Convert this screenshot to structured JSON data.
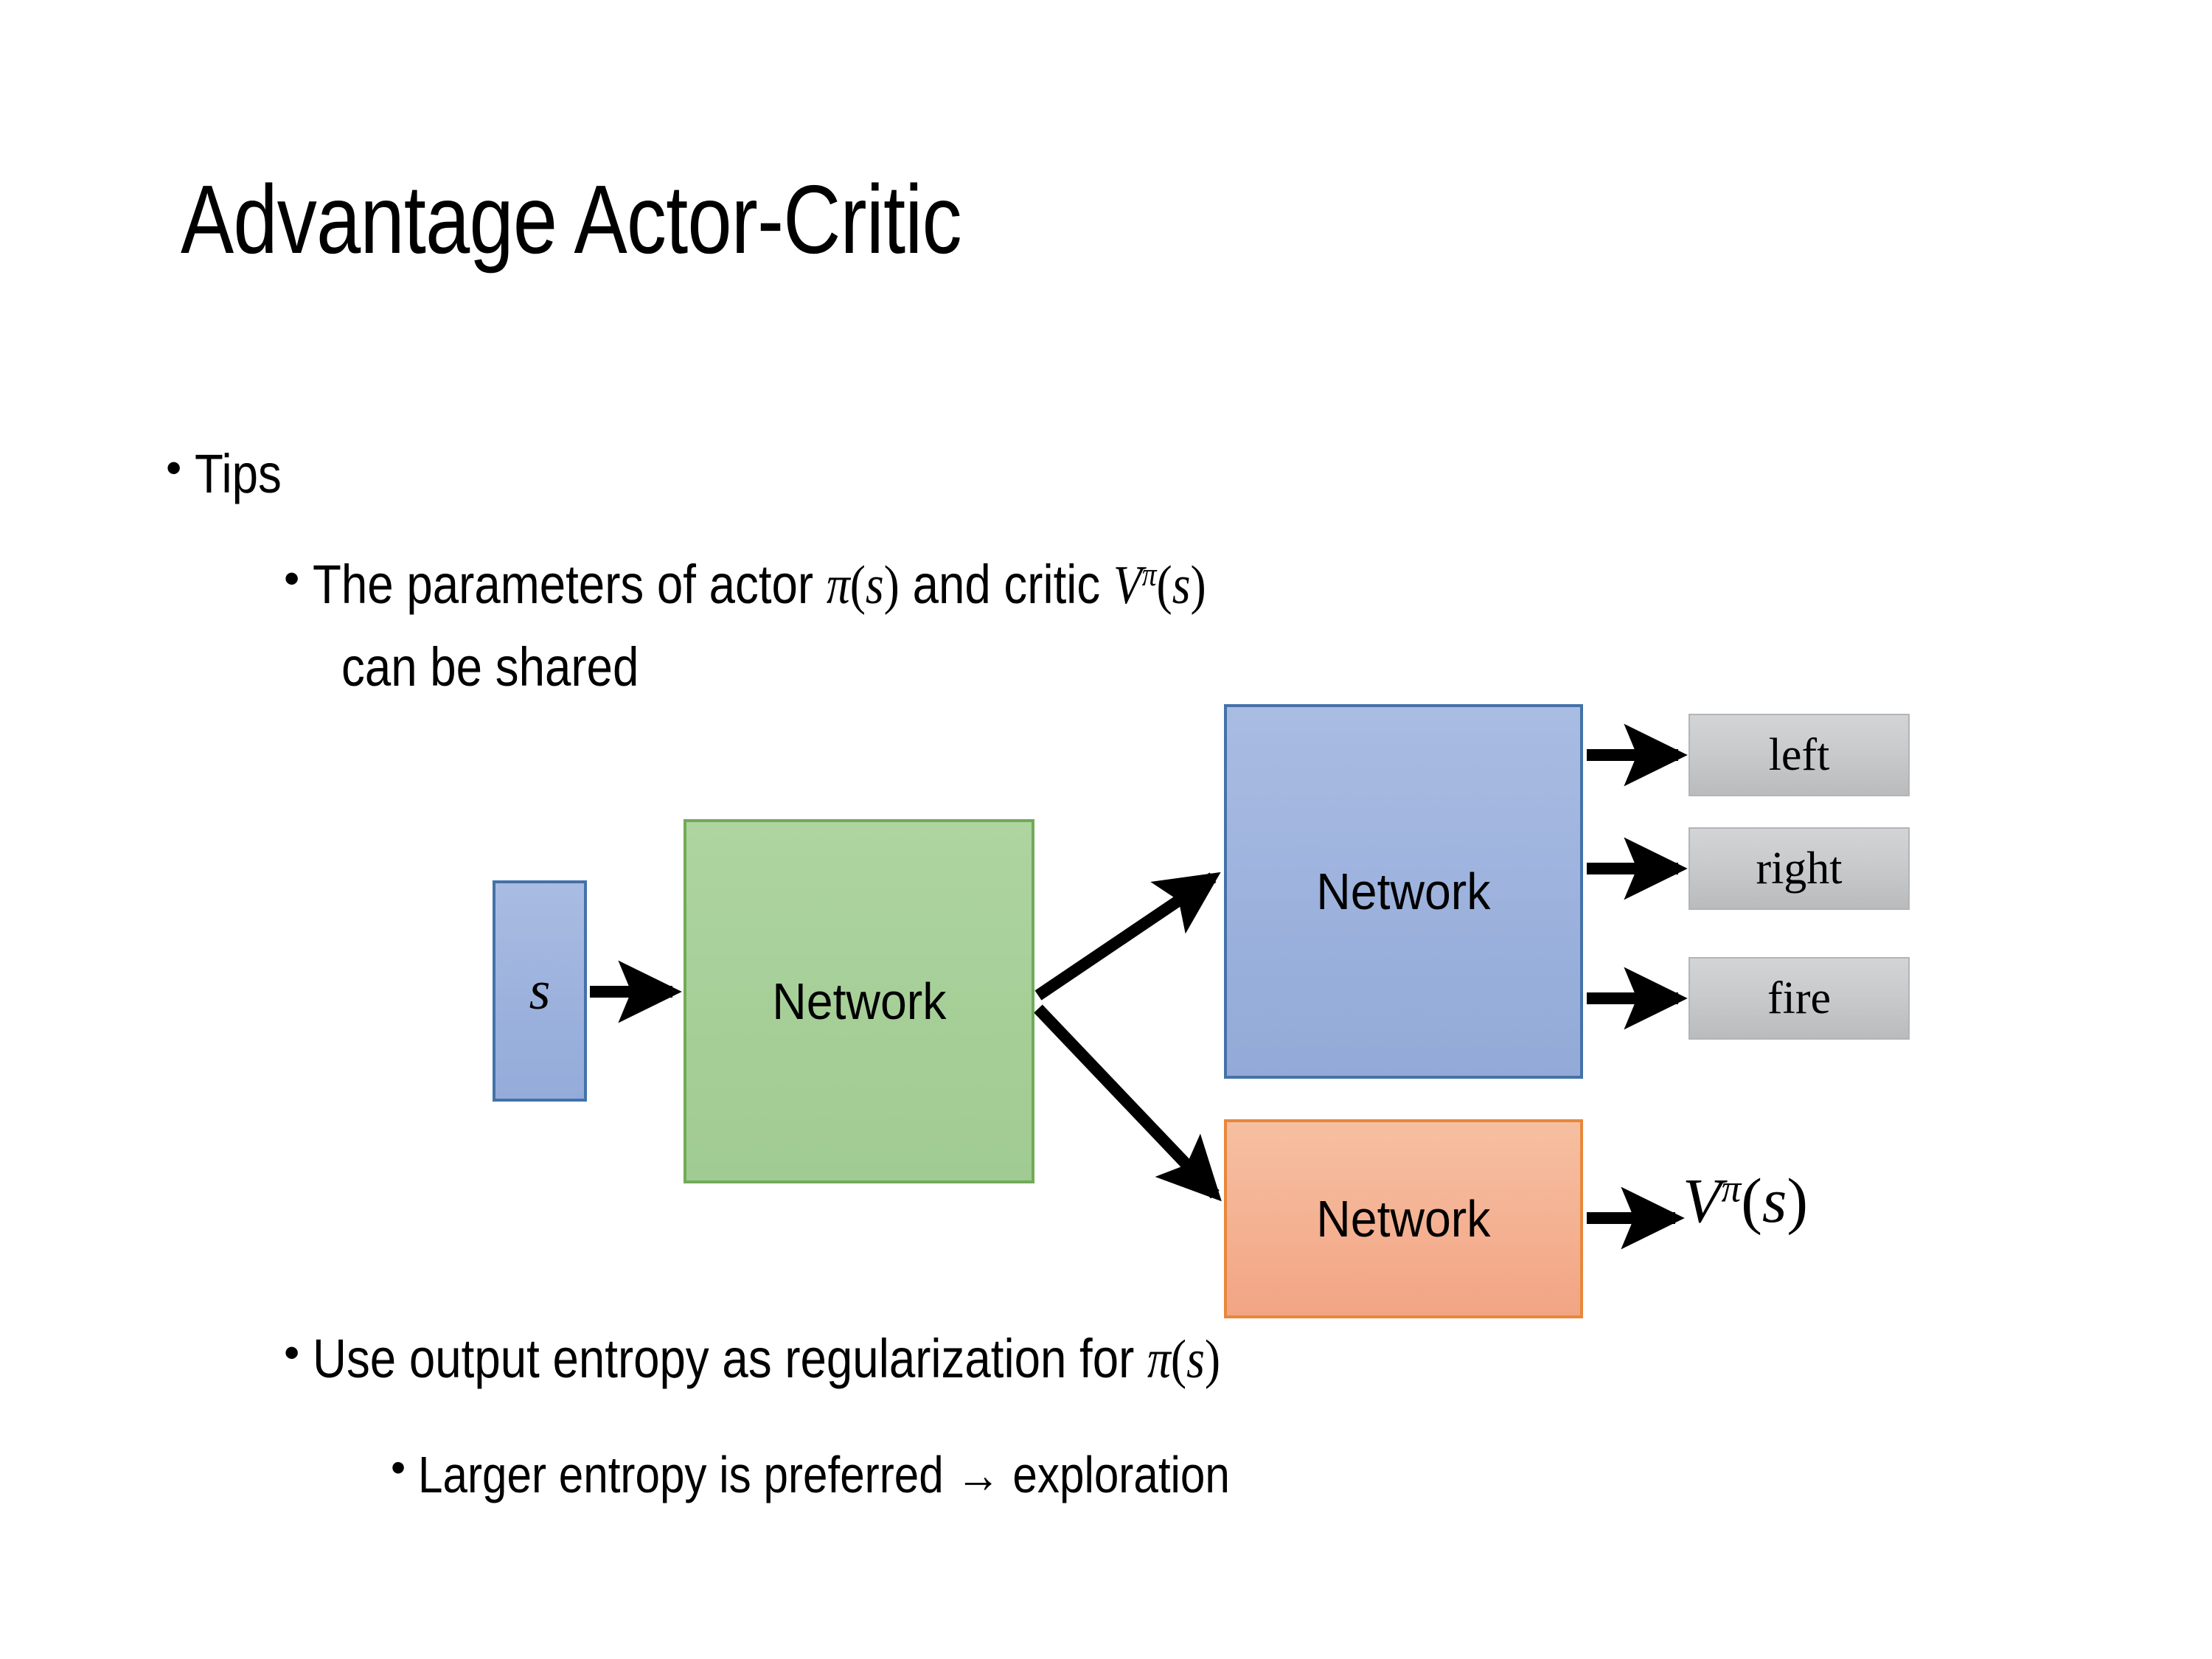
{
  "slide": {
    "title": "Advantage Actor-Critic",
    "background_color": "#ffffff",
    "text_color": "#000000"
  },
  "bullets": {
    "level1_tips": "Tips",
    "level2_shared_a": "The parameters of actor ",
    "level2_shared_pi": "π",
    "level2_shared_b": " and critic ",
    "level2_shared_line2": "can be shared",
    "level2_entropy_a": "Use output entropy as regularization for ",
    "level3_larger": "Larger entropy is preferred → exploration"
  },
  "math": {
    "pi": "π",
    "s": "s",
    "V": "V",
    "lparen": "(",
    "rparen": ")"
  },
  "diagram": {
    "state_label": "s",
    "shared_network_label": "Network",
    "actor_network_label": "Network",
    "critic_network_label": "Network",
    "outputs": [
      {
        "label": "left"
      },
      {
        "label": "right"
      },
      {
        "label": "fire"
      }
    ],
    "critic_output": {
      "V": "V",
      "pi": "π",
      "lparen": "(",
      "s": "s",
      "rparen": ")"
    },
    "colors": {
      "state_fill": "#9cb2dd",
      "state_border": "#4472a8",
      "shared_fill": "#a6cf98",
      "shared_border": "#72aa58",
      "actor_fill": "#9cb2dd",
      "actor_border": "#4472a8",
      "critic_fill": "#f4b192",
      "critic_border": "#e8873b",
      "output_fill": "#c7c9cb",
      "output_border": "#b2b4b6",
      "arrow": "#000000"
    }
  }
}
